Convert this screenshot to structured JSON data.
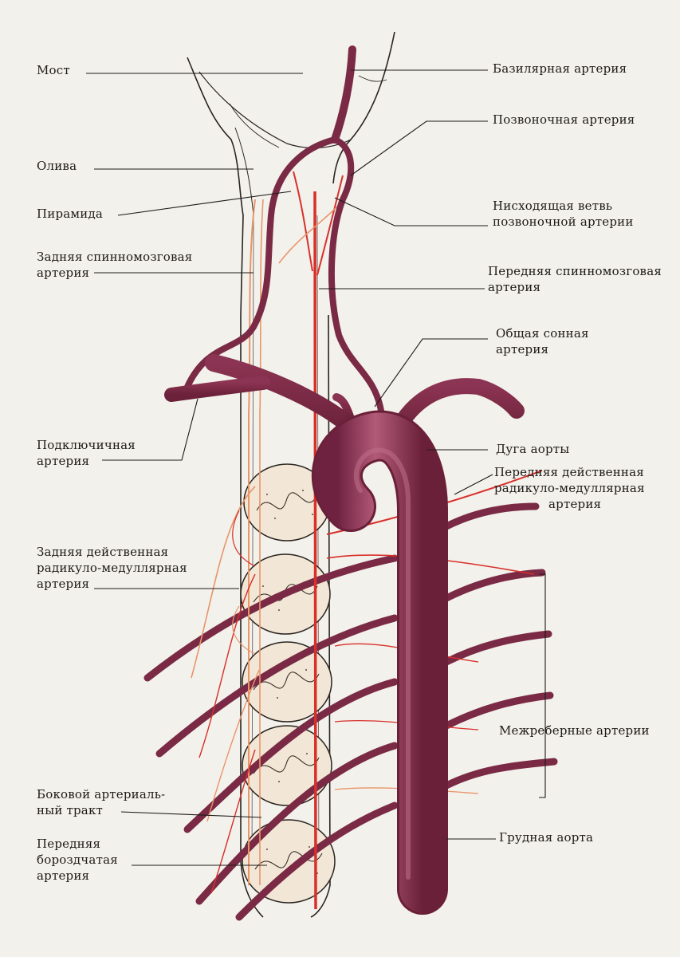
{
  "labels": {
    "most": "Мост",
    "oliva": "Олива",
    "piramida": "Пирамида",
    "posterior_spinal": [
      "Задняя спинномозговая",
      "артерия"
    ],
    "basilar": "Базилярная артерия",
    "vertebral": "Позвоночная артерия",
    "descending_branch": [
      "Нисходящая ветвь",
      "позвоночной артерии"
    ],
    "anterior_spinal": [
      "Передняя спинномозговая",
      "артерия"
    ],
    "common_carotid": [
      "Общая сонная",
      "артерия"
    ],
    "subclavian": [
      "Подключичная",
      "артерия"
    ],
    "aortic_arch": "Дуга аорты",
    "anterior_radicular": [
      "Передняя действенная",
      "радикуло-медуллярная",
      "артерия"
    ],
    "posterior_radicular": [
      "Задняя действенная",
      "радикуло-медуллярная",
      "артерия"
    ],
    "intercostal": "Межреберные артерии",
    "lateral_tract": [
      "Боковой артериаль-",
      "ный тракт"
    ],
    "thoracic_aorta": "Грудная аорта",
    "sulcal": [
      "Передняя",
      "бороздчатая",
      "артерия"
    ]
  },
  "colors": {
    "background": "#f3f1ec",
    "vessel_dark": "#7a2a45",
    "vessel_mid": "#9c3f60",
    "vessel_light": "#c0708a",
    "thin_artery_red": "#d8302a",
    "thin_artery_orange": "#e8956a",
    "outline": "#2a2420",
    "segment_fill": "#f2e7d6",
    "leader": "#1d1a17"
  }
}
